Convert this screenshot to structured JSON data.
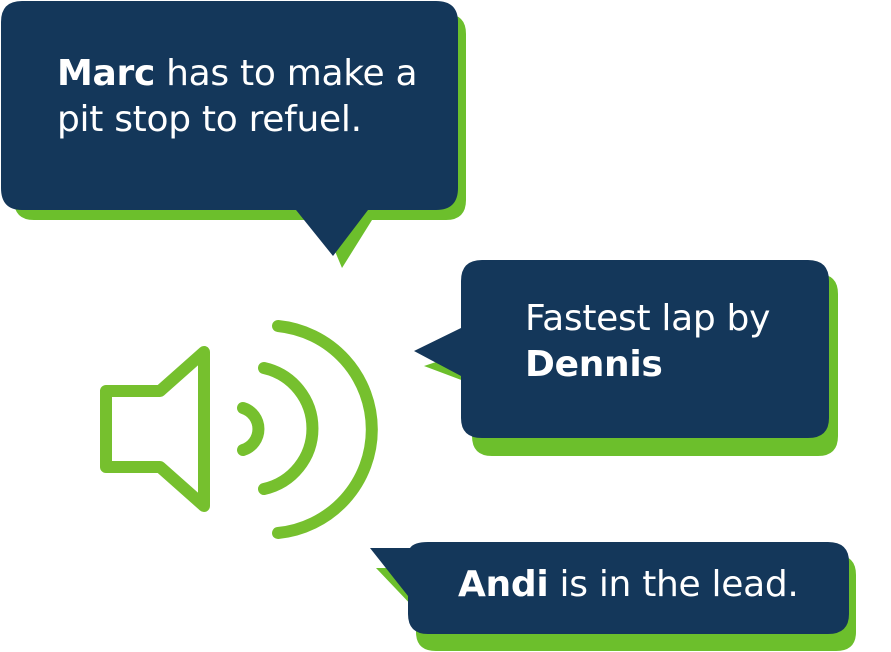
{
  "colors": {
    "bubble_fill": "#14375a",
    "shadow_fill": "#6cbf2c",
    "text": "#ffffff",
    "speaker_stroke": "#76c02e"
  },
  "speaker": {
    "icon": "speaker-volume-icon"
  },
  "bubbles": [
    {
      "name": "Marc",
      "text_line1_rest": " has to make a",
      "text_line2": "pit stop to refuel."
    },
    {
      "text_line1": "Fastest lap by",
      "name": "Dennis"
    },
    {
      "name": "Andi",
      "text_rest": " is in the lead."
    }
  ]
}
